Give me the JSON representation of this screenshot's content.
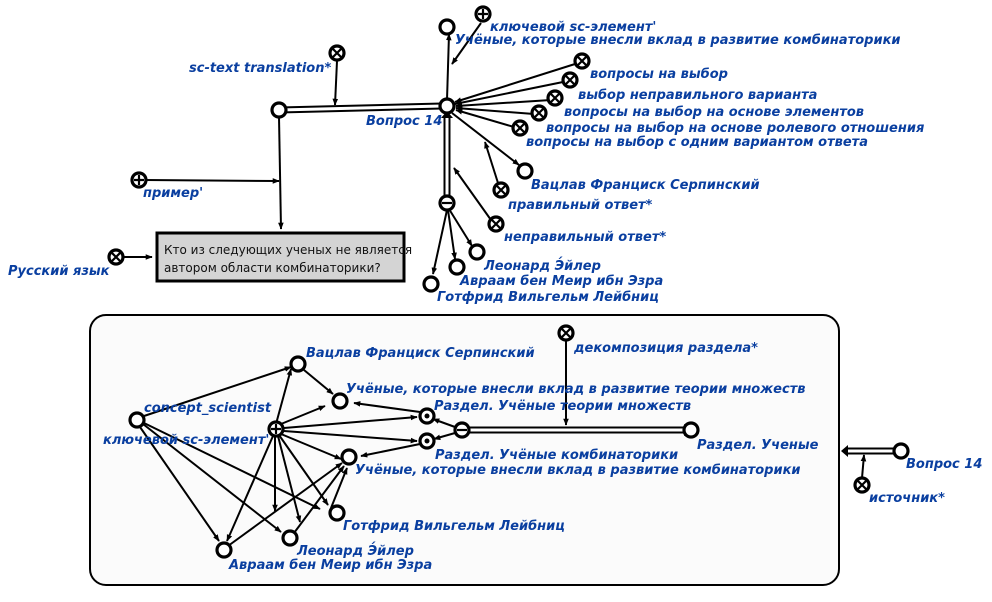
{
  "colors": {
    "label": "#0a3fa0",
    "edge": "#000000",
    "box_fill": "#d4d4d4",
    "frame_fill": "#fbfbfb"
  },
  "labels": {
    "sc_text_translation": "sc-text translation*",
    "vopros14": "Вопрос 14",
    "key_sc_element": "ключевой sc-элемент'",
    "uchenye_kombinatoriki": "Учёные, которые внесли вклад в развитие комбинаторики",
    "voprosy_na_vybor": "вопросы на выбор",
    "vybor_nepravilnogo": "выбор неправильного варианта",
    "voprosy_osnove_elementov": "вопросы на выбор на основе элементов",
    "voprosy_rolevogo": "вопросы на выбор на основе ролевого отношения",
    "voprosy_odnim_variantom": "вопросы на выбор с одним вариантом ответа",
    "serpinsky": "Вацлав Франциск Серпинский",
    "pravilny_otvet": "правильный ответ*",
    "nepravilny_otvet": "неправильный ответ*",
    "euler": "Леонард Э́йлер",
    "avraam": "Авраам бен Меир ибн Эзра",
    "leibniz": "Готфрид Вильгельм Лейбниц",
    "primer": "пример'",
    "russky": "Русский язык",
    "question_text_line1": "Кто из следующих ученых не является",
    "question_text_line2": "автором области комбинаторики?",
    "b_serpinsky": "Вацлав Франциск Серпинский",
    "b_dekompoziciya": "декомпозиция раздела*",
    "b_uchenye_mnozhestv": "Учёные, которые внесли вклад в развитие теории множеств",
    "b_concept_scientist": "concept_scientist",
    "b_razdel_mnozhestv": "Раздел. Учёные теории множеств",
    "b_key_sc_element": "ключевой sc-элемент'",
    "b_razdel_uchenye": "Раздел. Ученые",
    "b_razdel_kombinatoriki": "Раздел. Учёные комбинаторики",
    "b_uchenye_kombinatoriki": "Учёные, которые внесли вклад в развитие комбинаторики",
    "b_vopros14": "Вопрос 14",
    "b_leibniz": "Готфрид Вильгельм Лейбниц",
    "b_istochnik": "источник*",
    "b_euler": "Леонард Э́йлер",
    "b_avraam": "Авраам бен Меир ибн Эзра"
  }
}
